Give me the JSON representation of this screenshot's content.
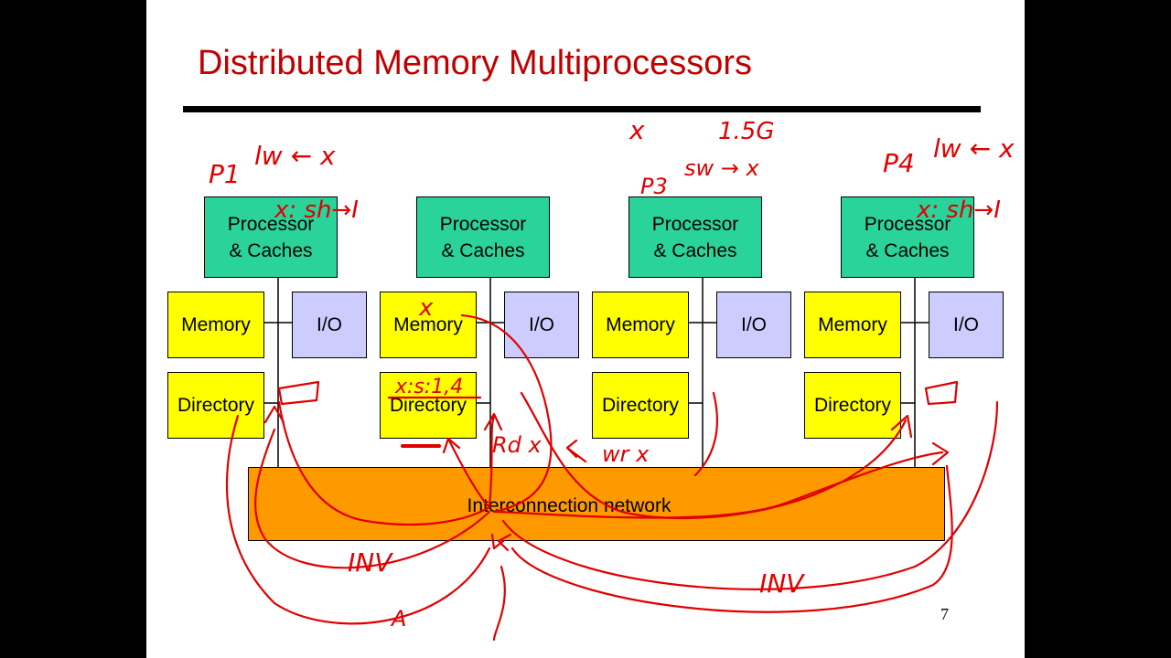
{
  "slide": {
    "title": "Distributed Memory Multiprocessors",
    "page_number": "7"
  },
  "nodes": [
    {
      "processor_line1": "Processor",
      "processor_line2": "& Caches",
      "memory": "Memory",
      "io": "I/O",
      "directory": "Directory"
    },
    {
      "processor_line1": "Processor",
      "processor_line2": "& Caches",
      "memory": "Memory",
      "io": "I/O",
      "directory": "Directory"
    },
    {
      "processor_line1": "Processor",
      "processor_line2": "& Caches",
      "memory": "Memory",
      "io": "I/O",
      "directory": "Directory"
    },
    {
      "processor_line1": "Processor",
      "processor_line2": "& Caches",
      "memory": "Memory",
      "io": "I/O",
      "directory": "Directory"
    }
  ],
  "network": {
    "label": "Interconnection network"
  },
  "annotations": {
    "p1": "P1",
    "p1_op": "lw ← x",
    "p1_state": "x: sh→I",
    "x_top": "x",
    "val_top": "1.5G",
    "p3": "P3",
    "p3_op": "sw → x",
    "p4": "P4",
    "p4_op": "lw ← x",
    "p4_state": "x: sh→I",
    "mem_x": "x",
    "dir_entry": "x:s:1,4",
    "rdx": "Rd x",
    "wrx": "wr x",
    "inv_left": "INV",
    "inv_right": "INV",
    "ack": "A"
  },
  "colors": {
    "title": "#c00000",
    "processor": "#2ad39a",
    "memory": "#ffff00",
    "io": "#ccccff",
    "network": "#ff9900",
    "ink": "#e00000"
  }
}
